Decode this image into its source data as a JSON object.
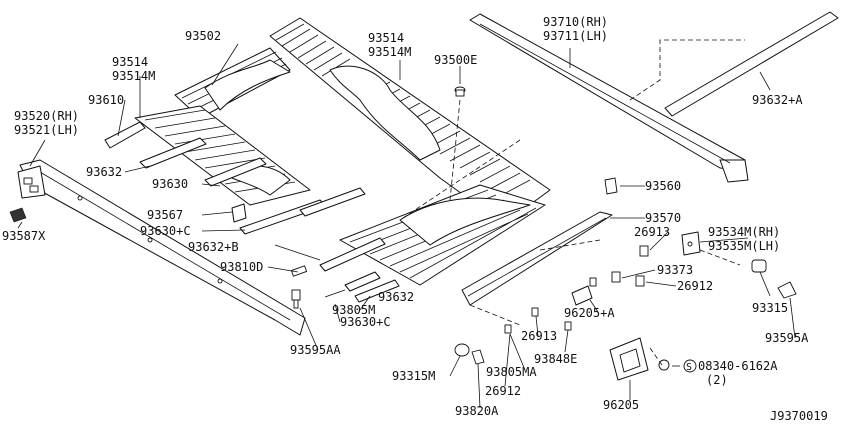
{
  "diagram_id": "J9370019",
  "callouts": [
    {
      "id": "93502",
      "text": "93502"
    },
    {
      "id": "93514-top",
      "lines": [
        "93514",
        "93514M"
      ]
    },
    {
      "id": "93514-left",
      "lines": [
        "93514",
        "93514M"
      ]
    },
    {
      "id": "93500E",
      "text": "93500E"
    },
    {
      "id": "93710",
      "lines": [
        "93710(RH)",
        "93711(LH)"
      ]
    },
    {
      "id": "93632A-right",
      "text": "93632+A"
    },
    {
      "id": "93610",
      "text": "93610"
    },
    {
      "id": "93520",
      "lines": [
        "93520(RH)",
        "93521(LH)"
      ]
    },
    {
      "id": "93632",
      "text": "93632"
    },
    {
      "id": "93630",
      "text": "93630"
    },
    {
      "id": "93560",
      "text": "93560"
    },
    {
      "id": "93567",
      "text": "93567"
    },
    {
      "id": "93630C-left",
      "text": "93630+C"
    },
    {
      "id": "93570",
      "text": "93570"
    },
    {
      "id": "26913-top",
      "text": "26913"
    },
    {
      "id": "93632B",
      "text": "93632+B"
    },
    {
      "id": "93587X",
      "text": "93587X"
    },
    {
      "id": "93534M",
      "lines": [
        "93534M(RH)",
        "93535M(LH)"
      ]
    },
    {
      "id": "93810D",
      "text": "93810D"
    },
    {
      "id": "93373",
      "text": "93373"
    },
    {
      "id": "26912-right",
      "text": "26912"
    },
    {
      "id": "93632-mid",
      "text": "93632"
    },
    {
      "id": "93805M",
      "text": "93805M"
    },
    {
      "id": "93630C-mid",
      "text": "93630+C"
    },
    {
      "id": "93315",
      "text": "93315"
    },
    {
      "id": "96205A",
      "text": "96205+A"
    },
    {
      "id": "93595A",
      "text": "93595A"
    },
    {
      "id": "26913-bottom",
      "text": "26913"
    },
    {
      "id": "93595AA",
      "text": "93595AA"
    },
    {
      "id": "93848E",
      "text": "93848E"
    },
    {
      "id": "93315M",
      "text": "93315M"
    },
    {
      "id": "93805MA",
      "text": "93805MA"
    },
    {
      "id": "08340",
      "lines": [
        "08340-6162A",
        "(2)"
      ],
      "symbol": "S"
    },
    {
      "id": "26912-bottom",
      "text": "26912"
    },
    {
      "id": "93820A",
      "text": "93820A"
    },
    {
      "id": "96205",
      "text": "96205"
    }
  ]
}
